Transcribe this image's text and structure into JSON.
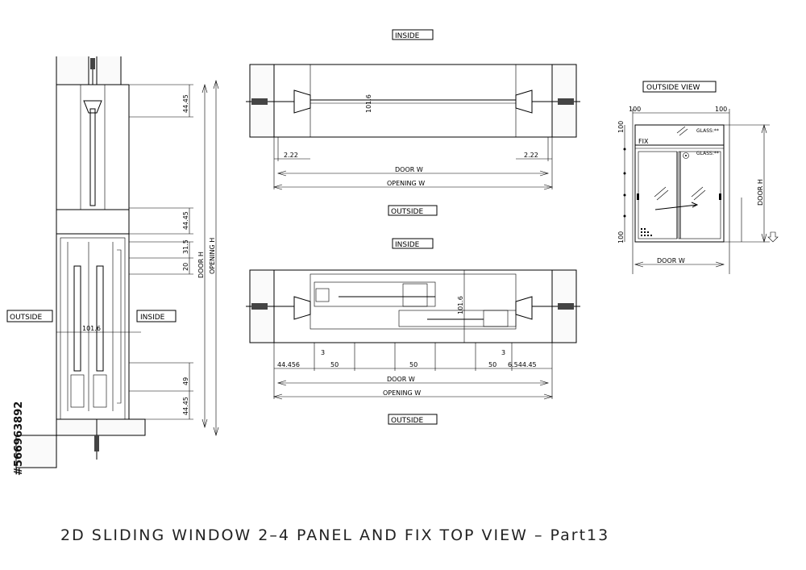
{
  "title": "2D SLIDING WINDOW 2–4 PANEL AND FIX TOP VIEW – Part13",
  "side_id": "#566963892",
  "section_view": {
    "labels": {
      "outside": "OUTSIDE",
      "inside": "INSIDE"
    },
    "dims": {
      "top": "44.45",
      "mid": "44.45",
      "d1": "31.5",
      "d2": "20",
      "d3": "49",
      "bottom": "44.45",
      "width": "101.6",
      "door_h": "DOOR   H",
      "opening_h": "OPENING   H"
    }
  },
  "plan_top": {
    "label_inside": "INSIDE",
    "label_outside": "OUTSIDE",
    "dims": {
      "left": "2.22",
      "right": "2.22",
      "depth": "101.6",
      "door_w": "DOOR W",
      "opening_w": "OPENING  W"
    }
  },
  "plan_bottom": {
    "label_inside": "INSIDE",
    "label_outside": "OUTSIDE",
    "dims": {
      "left": "44.456",
      "s1": "3",
      "a": "50",
      "b": "50",
      "c": "50",
      "s2": "3",
      "right": "6.544.45",
      "depth": "101.6",
      "door_w": "DOOR     W",
      "opening_w": "OPENING     W"
    }
  },
  "elevation": {
    "label": "OUTSIDE VIEW",
    "dims": {
      "top_l": "100",
      "top_r": "100",
      "left_t": "100",
      "left_b": "100",
      "door_h": "DOOR   H",
      "door_w": "DOOR      W"
    },
    "texts": {
      "fix": "FIX",
      "glass_top": "GLASS:**",
      "glass_mid": "GLASS:**"
    }
  }
}
